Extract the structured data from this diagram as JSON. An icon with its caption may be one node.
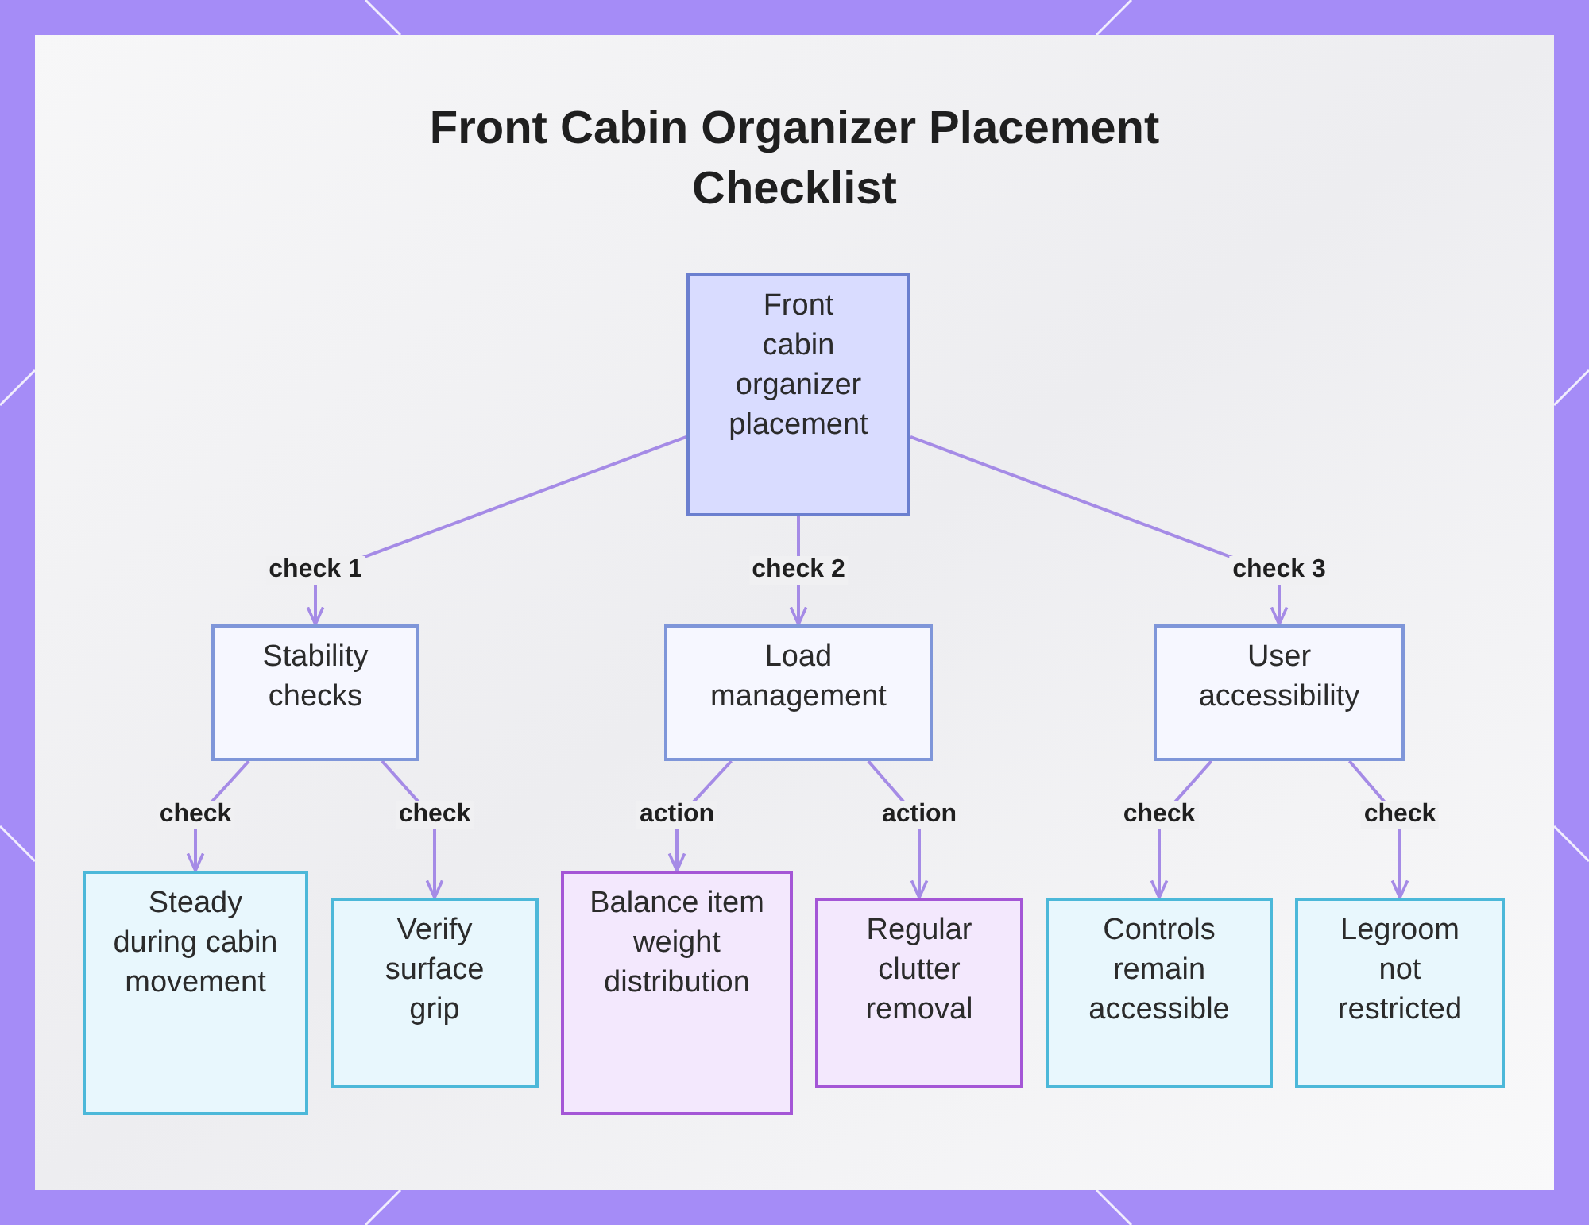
{
  "diagram": {
    "title": "Front Cabin Organizer Placement Checklist",
    "nodes": [
      {
        "text": [
          "Front cabin organizer placement"
        ]
      },
      {
        "text": [
          "Stability checks"
        ]
      },
      {
        "text": [
          "Load management"
        ]
      },
      {
        "text": [
          "User accessibility"
        ]
      },
      {
        "text": [
          "Steady during cabin movement"
        ]
      },
      {
        "text": [
          "Verify surface grip"
        ]
      },
      {
        "text": [
          "Balance item weight distribution"
        ]
      },
      {
        "text": [
          "Regular clutter removal"
        ]
      },
      {
        "text": [
          "Controls remain accessible"
        ]
      },
      {
        "text": [
          "Legroom not restricted"
        ]
      }
    ],
    "edges": [
      {
        "from": 0,
        "to": 1,
        "label": "check 1",
        "arrow": "to"
      },
      {
        "from": 0,
        "to": 2,
        "label": "check 2",
        "arrow": "to"
      },
      {
        "from": 0,
        "to": 3,
        "label": "check 3",
        "arrow": "to"
      },
      {
        "from": 1,
        "to": 4,
        "label": "check",
        "arrow": "to"
      },
      {
        "from": 1,
        "to": 5,
        "label": "check",
        "arrow": "to"
      },
      {
        "from": 2,
        "to": 6,
        "label": "action",
        "arrow": "to"
      },
      {
        "from": 2,
        "to": 7,
        "label": "action",
        "arrow": "to"
      },
      {
        "from": 3,
        "to": 8,
        "label": "check",
        "arrow": "to"
      },
      {
        "from": 3,
        "to": 9,
        "label": "check",
        "arrow": "to"
      }
    ]
  }
}
